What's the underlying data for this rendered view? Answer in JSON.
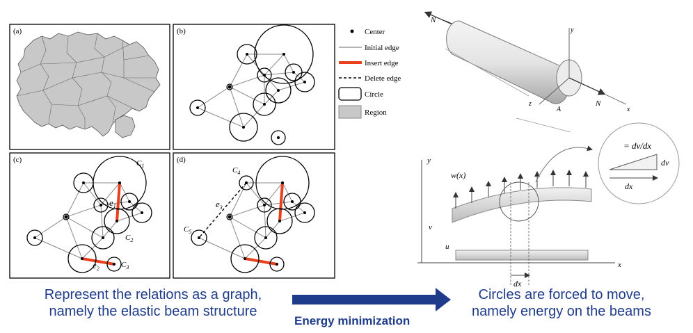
{
  "panels": {
    "a": "(a)",
    "b": "(b)",
    "c": "(c)",
    "d": "(d)"
  },
  "panel_c_labels": {
    "c1": "C",
    "c1_sub": "1",
    "c2": "C",
    "c2_sub": "2",
    "c3": "C",
    "c3_sub": "3",
    "e1": "e",
    "e1_sub": "1",
    "e2": "e",
    "e2_sub": "2"
  },
  "panel_d_labels": {
    "c4": "C",
    "c4_sub": "4",
    "c5": "C",
    "c5_sub": "5",
    "e3": "e",
    "e3_sub": "3"
  },
  "legend": {
    "center": "Center",
    "initial_edge": "Initial edge",
    "insert_edge": "Insert edge",
    "delete_edge": "Delete edge",
    "circle": "Circle",
    "region": "Region"
  },
  "colors": {
    "insert_edge": "#e8401c",
    "region_fill": "#c8c8c8",
    "caption": "#1f3b8c",
    "arrow": "#1f3b8c"
  },
  "beam_top": {
    "n_left": "N",
    "n_right": "N",
    "y": "y",
    "z": "z",
    "x": "x",
    "a": "A"
  },
  "beam_bottom": {
    "y": "y",
    "w": "w(x)",
    "v": "v",
    "u": "u",
    "x": "x",
    "dx": "dx",
    "zoom_eq": "= dv/dx",
    "zoom_dv": "dv",
    "zoom_dx": "dx"
  },
  "captions": {
    "left_line1": "Represent the relations as a graph,",
    "left_line2": "namely the elastic beam structure",
    "right_line1": "Circles are forced to move,",
    "right_line2": "namely energy on the beams",
    "arrow_label": "Energy minimization"
  }
}
